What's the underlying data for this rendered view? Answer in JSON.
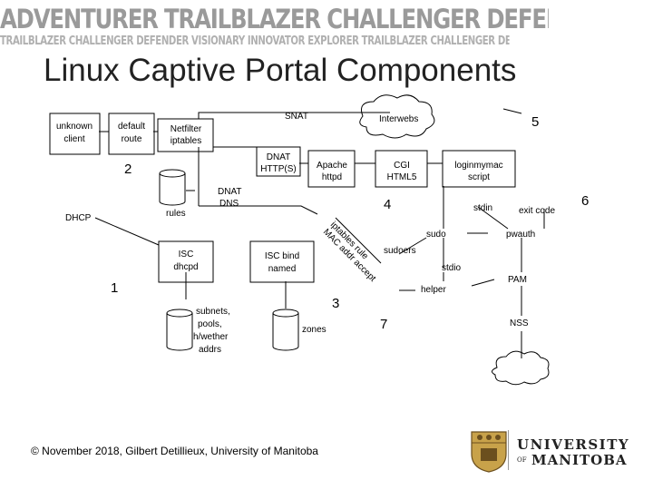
{
  "banner": {
    "line1": "ADVENTURER TRAILBLAZER CHALLENGER DEFENDER VISIONARY INNOVATOR",
    "line2": "TRAILBLAZER CHALLENGER DEFENDER VISIONARY INNOVATOR EXPLORER TRAILBLAZER CHALLENGER DEFENDER VISIONARY INNOVATOR EXPLORER"
  },
  "title": "Linux Captive Portal Components",
  "boxes": {
    "unknown_client": [
      "unknown",
      "client"
    ],
    "default_route": [
      "default",
      "route"
    ],
    "netfilter": [
      "Netfilter",
      "iptables"
    ],
    "dnat_https": [
      "DNAT",
      "HTTP(S)"
    ],
    "apache": [
      "Apache",
      "httpd"
    ],
    "cgi": [
      "CGI",
      "HTML5"
    ],
    "loginmymac": [
      "loginmymac",
      "script"
    ],
    "isc_dhcpd": [
      "ISC",
      "dhcpd"
    ],
    "isc_bind": [
      "ISC bind",
      "named"
    ]
  },
  "labels": {
    "snat": "SNAT",
    "interwebs": "Interwebs",
    "dnat_dns": [
      "DNAT",
      "DNS"
    ],
    "rules": "rules",
    "dhcp": "DHCP",
    "stdin": "stdin",
    "exit_code": "exit code",
    "sudo": "sudo",
    "pwauth": "pwauth",
    "sudoers": "sudoers",
    "stdio": "stdio",
    "pam": "PAM",
    "helper": "helper",
    "nss": "NSS",
    "zones": "zones",
    "subnets": [
      "subnets,",
      "pools,",
      "h/wether",
      "addrs"
    ],
    "ipt_rotated_1": "iptables rule",
    "ipt_rotated_2": "MAC addr accept"
  },
  "numbers": [
    "1",
    "2",
    "3",
    "4",
    "5",
    "6",
    "7"
  ],
  "footer": {
    "copyright": "© November 2018, Gilbert Detillieux, University of Manitoba",
    "logo_line1": "UNIVERSITY",
    "logo_of": "OF",
    "logo_line2": "MANITOBA"
  },
  "colors": {
    "line": "#000000",
    "banner": "#9a9a9a"
  }
}
